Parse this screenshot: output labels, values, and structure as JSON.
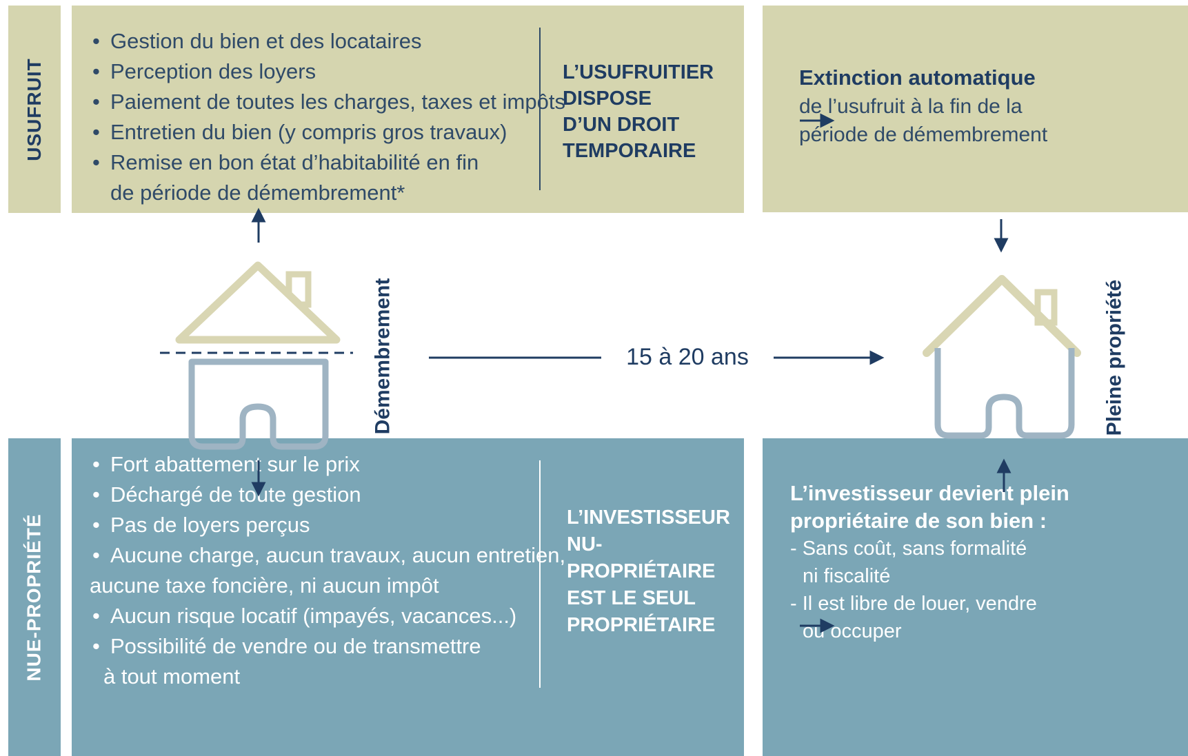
{
  "usufruit": {
    "side_label": "USUFRUIT",
    "bullets": [
      "Gestion du bien et des locataires",
      "Perception des loyers",
      "Paiement de toutes les charges, taxes et impôts",
      "Entretien du bien (y compris gros travaux)",
      "Remise en bon état d’habitabilité en fin",
      "de période de démembrement*"
    ],
    "title_lines": [
      "L’USUFRUITIER",
      "DISPOSE",
      "D’UN DROIT",
      "TEMPORAIRE"
    ],
    "outcome_bold": "Extinction automatique",
    "outcome_lines": [
      "de l’usufruit à la fin de la",
      "période de démembrement"
    ]
  },
  "middle": {
    "left_label": "Démembrement",
    "duration": "15 à 20 ans",
    "right_label": "Pleine propriété"
  },
  "nue_propriete": {
    "side_label": "NUE-PROPRIÉTÉ",
    "bullets": [
      "Fort abattement sur le prix",
      "Déchargé de toute gestion",
      "Pas de loyers perçus",
      "Aucune charge, aucun travaux, aucun entretien,",
      "aucune taxe foncière, ni aucun impôt",
      "Aucun risque locatif (impayés, vacances...)",
      "Possibilité de vendre ou de transmettre",
      "à tout moment"
    ],
    "title_lines": [
      "L’INVESTISSEUR",
      "NU-",
      "PROPRIÉTAIRE",
      "EST LE SEUL",
      "PROPRIÉTAIRE"
    ],
    "outcome_bold_lines": [
      "L’investisseur devient plein",
      "propriétaire de son bien :"
    ],
    "outcome_lines": [
      "- Sans coût, sans formalité",
      "ni fiscalité",
      "- Il est libre de louer, vendre",
      "ou occuper"
    ]
  },
  "colors": {
    "olive": "#d5d5af",
    "teal": "#7ba6b6",
    "navy": "#1f3c62",
    "roof": "#d9d6b3",
    "house": "#9fb4c3"
  },
  "icons": {
    "house_split": "house-split-icon",
    "house_full": "house-full-icon",
    "arrow": "arrow-icon"
  }
}
